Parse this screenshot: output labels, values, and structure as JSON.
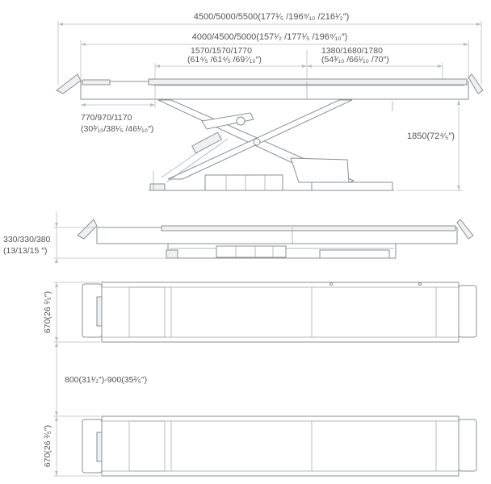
{
  "dimensions": {
    "overall_length": "4500/5000/5500(177¹⁄₅ /196⁹⁄₁₀ /216¹⁄₂″)",
    "platform_length": "4000/4500/5000(157¹⁄₂ /177¹⁄₅ /196⁹⁄₁₀″)",
    "mid_section_1": "1570/1570/1770",
    "mid_section_1_inch": "(61⁴⁄₅ /61⁴⁄₅ /69⁷⁄₁₀″)",
    "mid_section_2": "1380/1680/1780",
    "mid_section_2_inch": "(54³⁄₁₀ /66¹⁄₁₀ /70″)",
    "front_offset": "770/970/1170",
    "front_offset_inch": "(30³⁄₁₀/38¹⁄₅ /46¹⁄₁₀″)",
    "max_height": "1850(72⁴⁄₅″)",
    "min_height": "330/330/380",
    "min_height_inch": "(13/13/15 ″)",
    "platform_width_top": "670(26 ²⁄₅″)",
    "platform_gap": "800(31¹⁄₂″)-900(35²⁄₅″)",
    "platform_width_bottom": "670(26 ²⁄₅″)"
  }
}
